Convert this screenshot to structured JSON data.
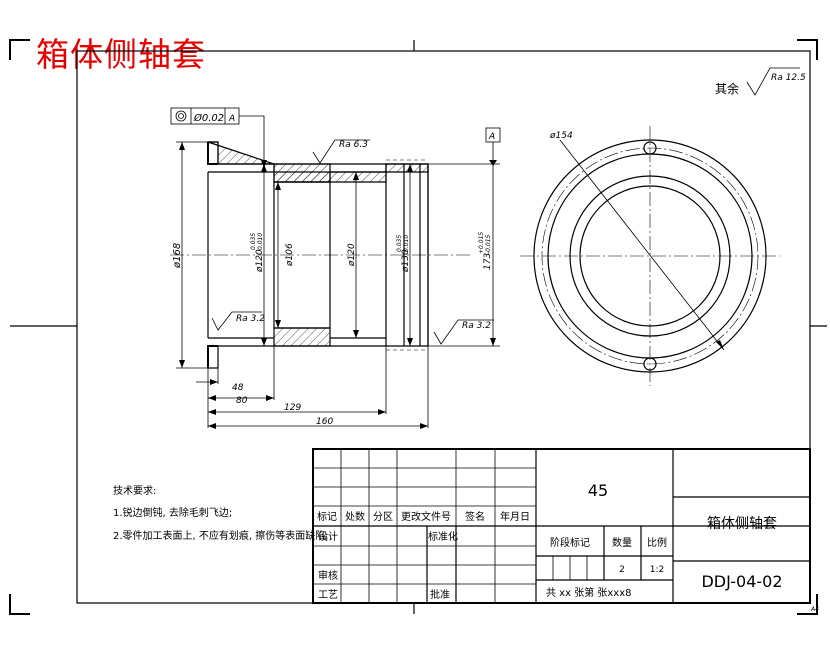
{
  "title": "箱体侧轴套",
  "surface": {
    "default_prefix": "其余",
    "default_roughness": "Ra 12.5",
    "roughness_top": "Ra 6.3",
    "roughness_left": "Ra 3.2",
    "roughness_right": "Ra 3.2"
  },
  "tolerance": {
    "runout_symbol": "◎",
    "runout_value": "Ø0.02",
    "datum_ref": "A",
    "datum_label": "A"
  },
  "dimensions": {
    "d1": "ø168",
    "d2": "ø120",
    "d2_tol_upper": "0.035",
    "d2_tol_lower": "0.010",
    "d3": "ø106",
    "d4": "ø120",
    "d5": "ø130",
    "d5_tol_upper": "0.035",
    "d5_tol_lower": "0.010",
    "d6": "173",
    "d6_tol_upper": "+0.015",
    "d6_tol_lower": "-0.015",
    "pcd": "ø154",
    "len_48": "48",
    "len_80": "80",
    "len_129": "129",
    "len_160": "160"
  },
  "notes": {
    "heading": "技术要求:",
    "item1": "1.锐边倒钝, 去除毛刺飞边;",
    "item2": "2.零件加工表面上, 不应有划痕, 擦伤等表面缺陷;"
  },
  "title_block": {
    "material": "45",
    "part_name": "箱体侧轴套",
    "drawing_no": "DDJ-04-02",
    "col_mark": "标记",
    "col_count": "处数",
    "col_zone": "分区",
    "col_docno": "更改文件号",
    "col_sign": "签名",
    "col_date": "年月日",
    "design": "设计",
    "standard": "标准化",
    "stage": "阶段标记",
    "quantity": "数量",
    "scale": "比例",
    "quantity_value": "2",
    "scale_value": "1:2",
    "review": "审核",
    "process": "工艺",
    "approve": "批准",
    "sheet_info": "共 xx 张第   张xxx8",
    "sheet_code": "A4"
  }
}
